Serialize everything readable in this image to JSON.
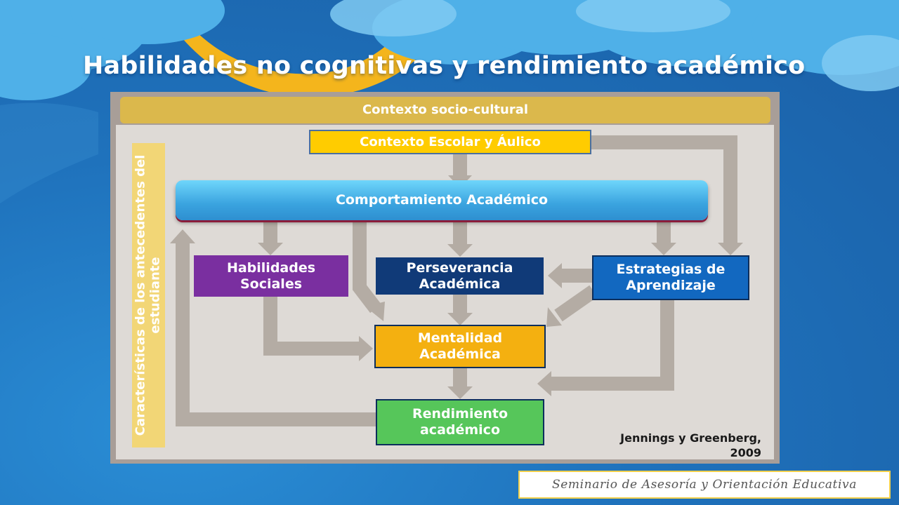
{
  "slide": {
    "title": "Habilidades no cognitivas y rendimiento académico",
    "footer": "Seminario  de Asesoría y Orientación  Educativa"
  },
  "diagram": {
    "context": "Contexto  socio-cultural",
    "school_context": "Contexto Escolar  y Áulico",
    "behavior": "Comportamiento Académico",
    "social_skills": "Habilidades Sociales",
    "perseverance": "Perseverancia Académica",
    "strategies": "Estrategias de Aprendizaje",
    "mindset": "Mentalidad Académica",
    "performance": "Rendimiento académico",
    "student_background": "Características de los antecedentes del estudiante",
    "credit_line1": "Jennings y Greenberg,",
    "credit_line2": "2009"
  },
  "colors": {
    "background": "#1f72bc",
    "context_bar": "#dbb84c",
    "school_box": "#ffcc00",
    "behavior_box": "#3aa3df",
    "social_box": "#7a2fa0",
    "perseverance_box": "#103a78",
    "strategies_box": "#1268c0",
    "mindset_box": "#f4b010",
    "performance_box": "#56c65a",
    "arrow": "#b4aca4"
  }
}
